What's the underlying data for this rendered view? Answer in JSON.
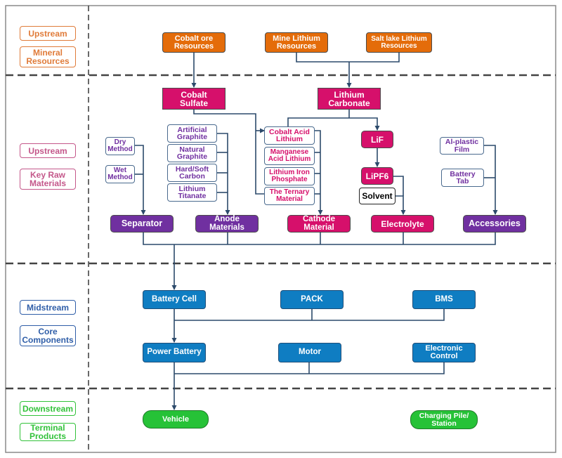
{
  "colors": {
    "upstream_mineral": "#e07b39",
    "upstream_raw": "#c4578a",
    "midstream": "#2f5ea8",
    "downstream": "#32c23a",
    "orange_node": "#e46c0a",
    "magenta_node": "#d6106b",
    "purple_node": "#7030a0",
    "blue_node": "#0f7dc2",
    "green_node": "#26c237"
  },
  "sections": {
    "mineral": {
      "tag": "Upstream",
      "name": "Mineral\nResources"
    },
    "raw": {
      "tag": "Upstream",
      "name": "Key Raw\nMaterials"
    },
    "core": {
      "tag": "Midstream",
      "name": "Core\nComponents"
    },
    "terminal": {
      "tag": "Downstream",
      "name": "Terminal\nProducts"
    }
  },
  "nodes": {
    "cobalt_ore": "Cobalt ore\nResources",
    "mine_lithium": "Mine Lithium\nResources",
    "salt_lake_lithium": "Salt lake Lithium\nResources",
    "cobalt_sulfate": "Cobalt\nSulfate",
    "lithium_carbonate": "Lithium\nCarbonate",
    "dry_method": "Dry\nMethod",
    "wet_method": "Wet\nMethod",
    "artificial_graphite": "Artificial\nGraphite",
    "natural_graphite": "Natural\nGraphite",
    "hard_soft_carbon": "Hard/Soft\nCarbon",
    "lithium_titanate": "Lithium\nTitanate",
    "cobalt_acid_lithium": "Cobalt Acid\nLithium",
    "manganese_acid_lithium": "Manganese\nAcid Lithium",
    "lithium_iron_phosphate": "Lithium Iron\nPhosphate",
    "ternary_material": "The Ternary\nMaterial",
    "lif": "LiF",
    "lipf6": "LiPF6",
    "solvent": "Solvent",
    "al_plastic_film": "Al-plastic\nFilm",
    "battery_tab": "Battery\nTab",
    "separator": "Separator",
    "anode_materials": "Anode\nMaterials",
    "cathode_material": "Cathode\nMaterial",
    "electrolyte": "Electrolyte",
    "accessories": "Accessories",
    "battery_cell": "Battery Cell",
    "pack": "PACK",
    "bms": "BMS",
    "power_battery": "Power Battery",
    "motor": "Motor",
    "electronic_control": "Electronic\nControl",
    "vehicle": "Vehicle",
    "charging_pile": "Charging Pile/\nStation"
  }
}
